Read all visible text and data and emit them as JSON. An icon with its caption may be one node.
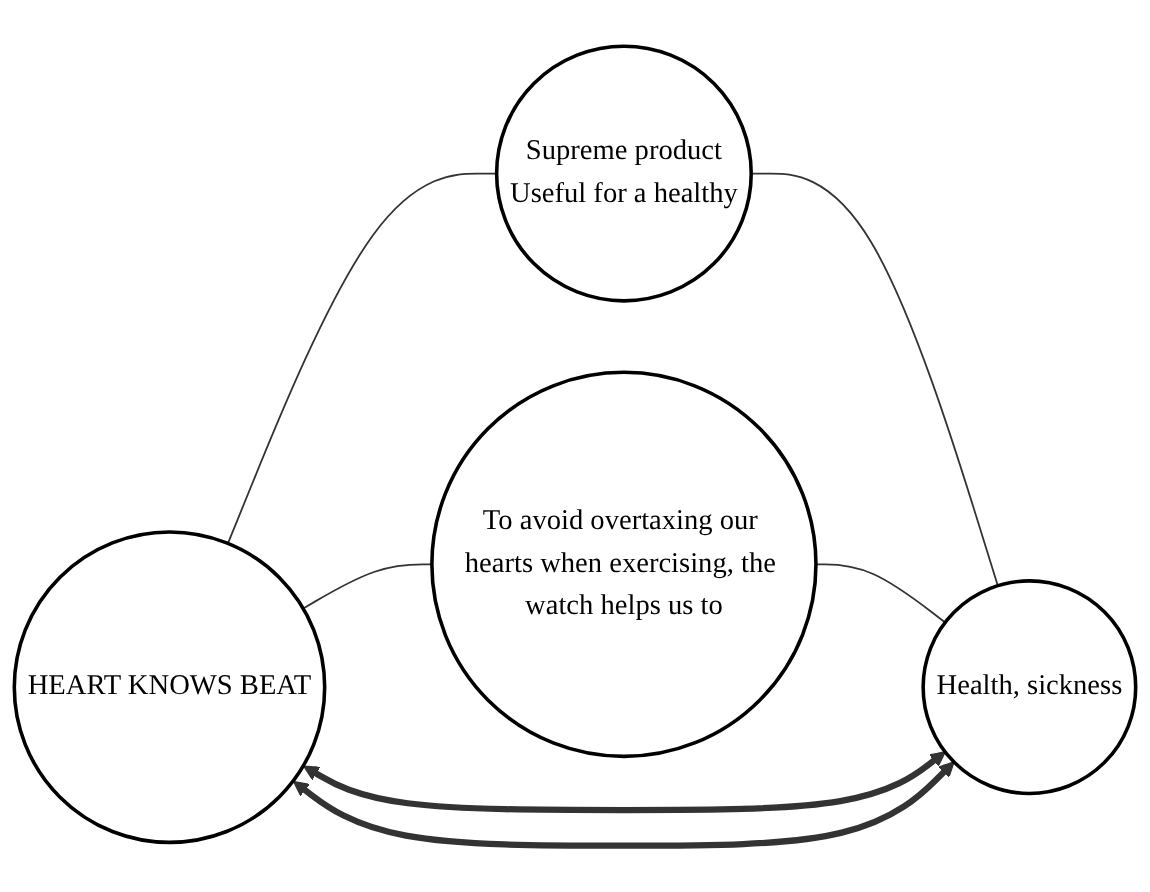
{
  "diagram": {
    "nodes": [
      {
        "text": [
          "Supreme product",
          "Useful for a healthy"
        ]
      },
      {
        "text": [
          "HEART KNOWS BEAT"
        ]
      },
      {
        "text": [
          "Health, sickness"
        ]
      },
      {
        "text": [
          "To avoid overtaxing our hearts when exercising, the watch helps us to"
        ]
      }
    ],
    "edges": [
      {
        "from": 1,
        "to": 0,
        "arrow": "none"
      },
      {
        "from": 1,
        "to": 3,
        "arrow": "none"
      },
      {
        "from": 0,
        "to": 2,
        "arrow": "none"
      },
      {
        "from": 3,
        "to": 2,
        "arrow": "none"
      },
      {
        "from": 1,
        "to": 2,
        "arrow": "both",
        "style": "thick"
      },
      {
        "from": 1,
        "to": 2,
        "arrow": "both",
        "style": "thick"
      }
    ]
  }
}
